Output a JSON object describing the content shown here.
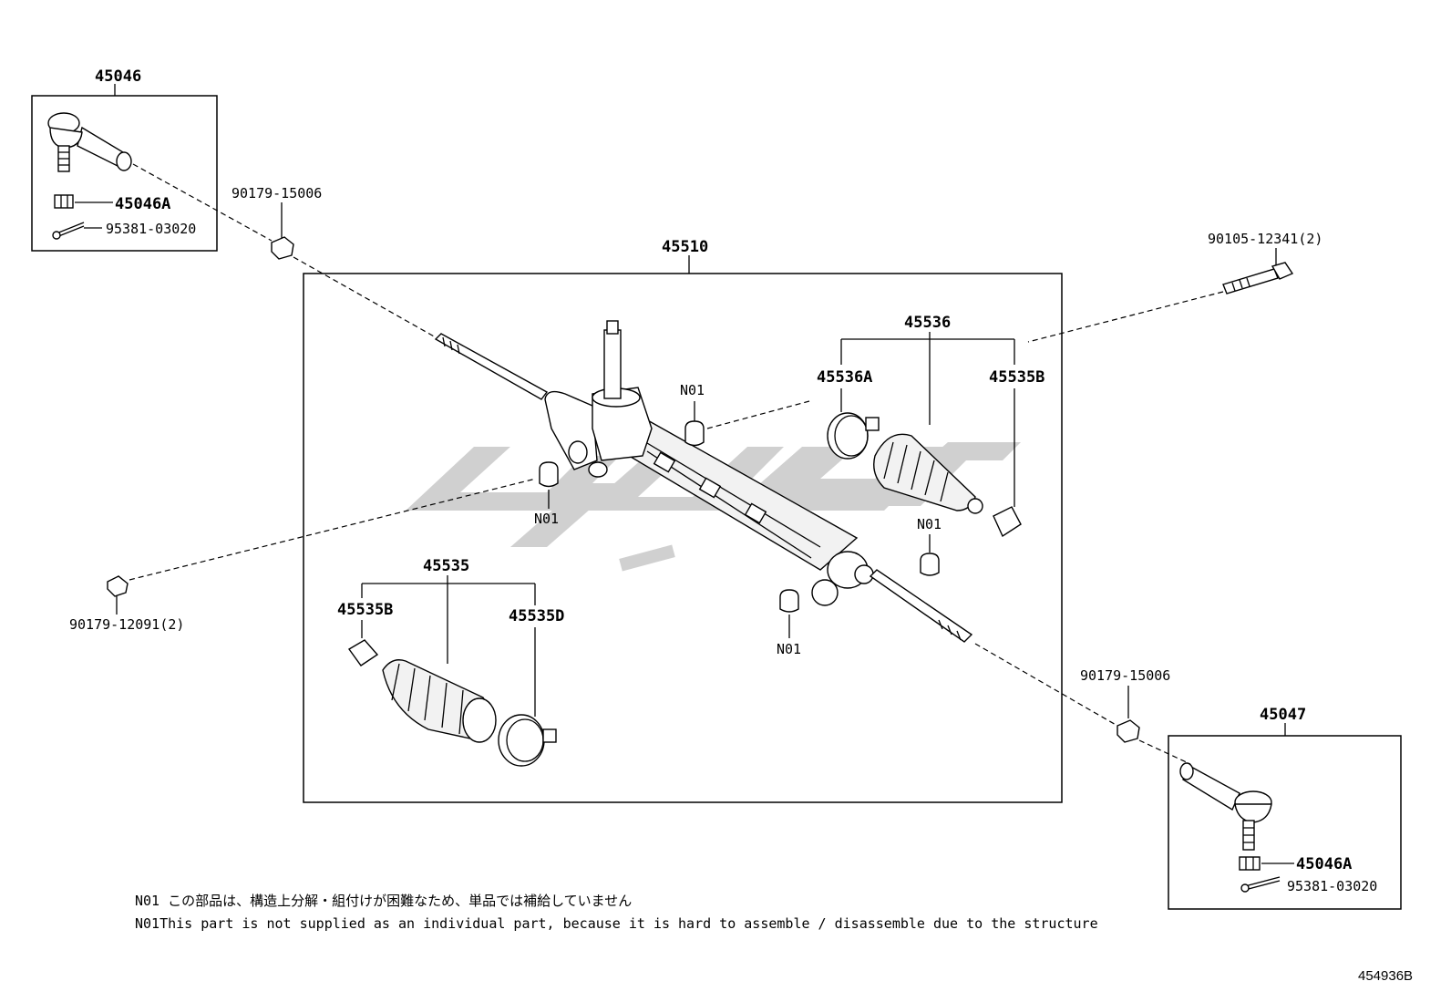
{
  "labels": {
    "tie_rod_end_left": "45046",
    "nut_left": "45046A",
    "cotter_pin_left": "95381-03020",
    "nut_15006_top": "90179-15006",
    "rack_assembly": "45510",
    "bolt_12341": "90105-12341(2)",
    "boot_set_right": "45536",
    "clamp_right": "45536A",
    "clip_right": "45535B",
    "n01_top": "N01",
    "n01_left": "N01",
    "n01_right": "N01",
    "n01_bottom": "N01",
    "nut_12091": "90179-12091(2)",
    "boot_set_left": "45535",
    "clip_left": "45535B",
    "clamp_left": "45535D",
    "nut_15006_bottom": "90179-15006",
    "tie_rod_end_right": "45047",
    "nut_right": "45046A",
    "cotter_pin_right": "95381-03020"
  },
  "notes": {
    "n01_japanese": "N01 この部品は、構造上分解・組付けが困難なため、単品では補給していません",
    "n01_english": "N01This part is not supplied as an individual part, because it is hard to assemble / disassemble due to the structure"
  },
  "figure_id": "454936B",
  "colors": {
    "line": "#000000",
    "watermark": "#c8c8c8",
    "background": "#ffffff"
  }
}
